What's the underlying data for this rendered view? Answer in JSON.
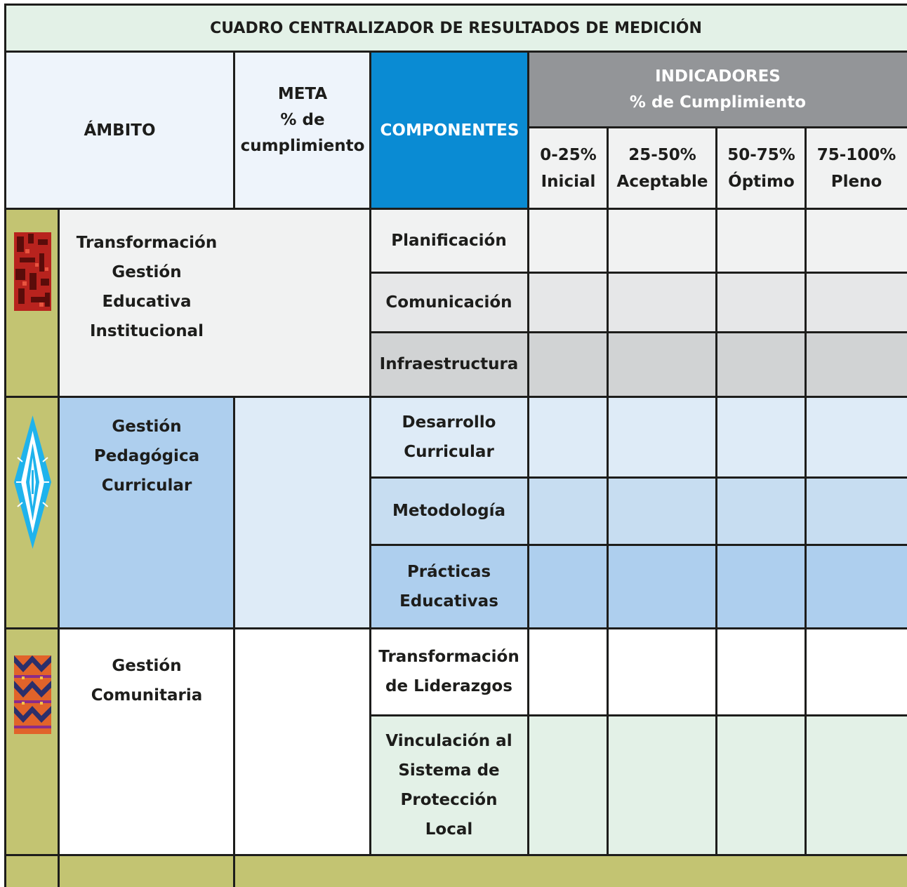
{
  "title": "CUADRO CENTRALIZADOR DE RESULTADOS DE MEDICIÓN",
  "header": {
    "ambito": "ÁMBITO",
    "meta": "META\n% de\ncumplimiento",
    "componentes": "COMPONENTES",
    "indicadores": "INDICADORES\n% de Cumplimiento",
    "levels": [
      {
        "range": "0-25%",
        "label": "Inicial"
      },
      {
        "range": "25-50%",
        "label": "Aceptable"
      },
      {
        "range": "50-75%",
        "label": "Óptimo"
      },
      {
        "range": "75-100%",
        "label": "Pleno"
      }
    ]
  },
  "ambitos": [
    {
      "name": "Transformación\nGestión\nEducativa\nInstitucional",
      "icon": "red-textile-icon",
      "componentes": [
        "Planificación",
        "Comunicación",
        "Infraestructura"
      ]
    },
    {
      "name": "Gestión Pedagógica\nCurricular",
      "icon": "blue-diamond-pattern-icon",
      "componentes": [
        "Desarrollo\nCurricular",
        "Metodología",
        "Prácticas\nEducativas"
      ]
    },
    {
      "name": "Gestión\nComunitaria",
      "icon": "woven-pattern-icon",
      "componentes": [
        "Transformación\nde Liderazgos",
        "Vinculación al\nSistema de\nProtección\nLocal"
      ]
    }
  ],
  "colors": {
    "border": "#1d1d1b",
    "title_bg": "#e3f1e7",
    "componentes_bg": "#0a8bd3",
    "indicadores_bg": "#939598",
    "olive": "#c3c472",
    "row_gray_1": "#f1f2f2",
    "row_gray_2": "#e6e7e8",
    "row_gray_3": "#d1d3d4",
    "row_blue_1": "#deebf7",
    "row_blue_2": "#c7ddf1",
    "row_blue_3": "#aecfee",
    "row_green": "#e3f1e7"
  }
}
